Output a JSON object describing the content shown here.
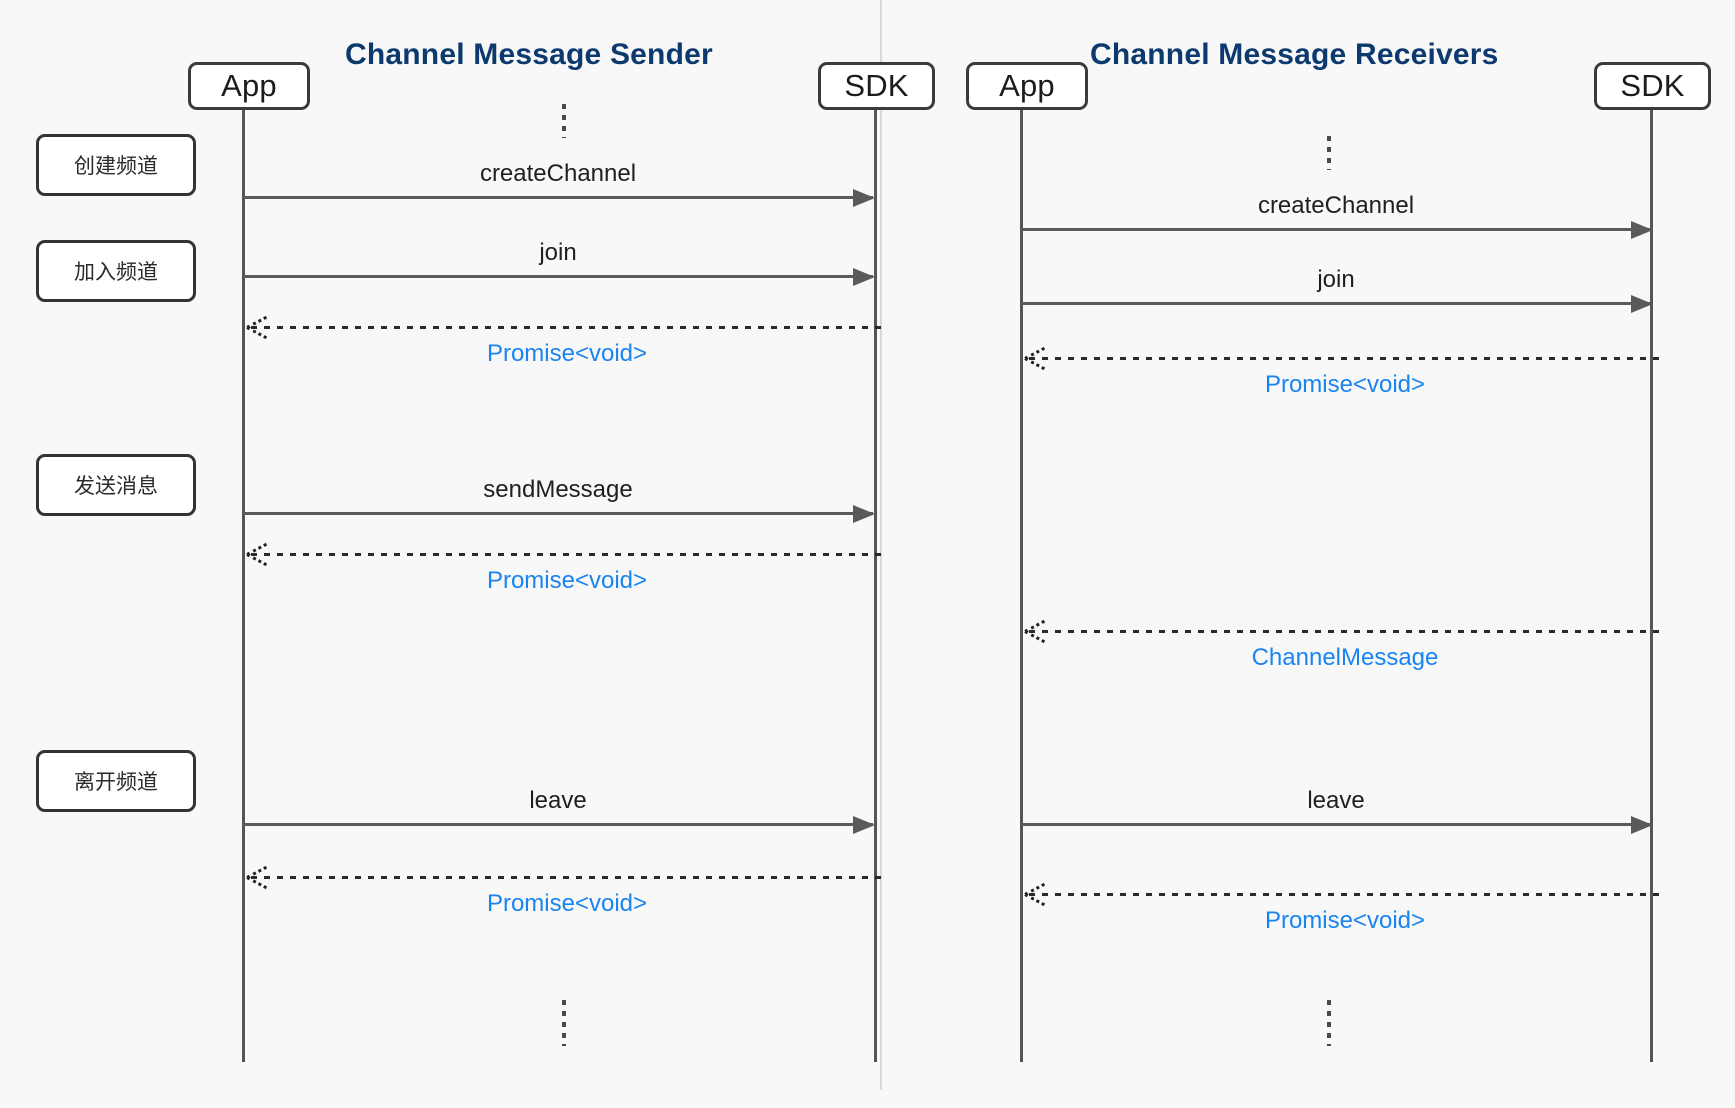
{
  "diagram": {
    "type": "uml-sequence",
    "background_color": "#f8f8f8",
    "accent_title_color": "#0d3a6e",
    "return_label_color": "#1a84f0",
    "line_color": "#5a5a5a",
    "panels": [
      {
        "id": "sender",
        "title": "Channel Message Sender",
        "participants": [
          {
            "id": "app",
            "label": "App"
          },
          {
            "id": "sdk",
            "label": "SDK"
          }
        ],
        "steps": [
          {
            "id": "create",
            "label": "创建频道"
          },
          {
            "id": "join",
            "label": "加入频道"
          },
          {
            "id": "send",
            "label": "发送消息"
          },
          {
            "id": "leave",
            "label": "离开频道"
          }
        ],
        "messages": [
          {
            "id": "createChannel",
            "label": "createChannel",
            "kind": "call",
            "direction": "right"
          },
          {
            "id": "join",
            "label": "join",
            "kind": "call",
            "direction": "right"
          },
          {
            "id": "joinReturn",
            "label": "Promise<void>",
            "kind": "return",
            "direction": "left"
          },
          {
            "id": "sendMessage",
            "label": "sendMessage",
            "kind": "call",
            "direction": "right"
          },
          {
            "id": "sendReturn",
            "label": "Promise<void>",
            "kind": "return",
            "direction": "left"
          },
          {
            "id": "leave",
            "label": "leave",
            "kind": "call",
            "direction": "right"
          },
          {
            "id": "leaveReturn",
            "label": "Promise<void>",
            "kind": "return",
            "direction": "left"
          }
        ]
      },
      {
        "id": "receivers",
        "title": "Channel Message Receivers",
        "participants": [
          {
            "id": "app",
            "label": "App"
          },
          {
            "id": "sdk",
            "label": "SDK"
          }
        ],
        "messages": [
          {
            "id": "createChannel",
            "label": "createChannel",
            "kind": "call",
            "direction": "right"
          },
          {
            "id": "join",
            "label": "join",
            "kind": "call",
            "direction": "right"
          },
          {
            "id": "joinReturn",
            "label": "Promise<void>",
            "kind": "return",
            "direction": "left"
          },
          {
            "id": "channelMessage",
            "label": "ChannelMessage",
            "kind": "return",
            "direction": "left"
          },
          {
            "id": "leave",
            "label": "leave",
            "kind": "call",
            "direction": "right"
          },
          {
            "id": "leaveReturn",
            "label": "Promise<void>",
            "kind": "return",
            "direction": "left"
          }
        ]
      }
    ]
  }
}
